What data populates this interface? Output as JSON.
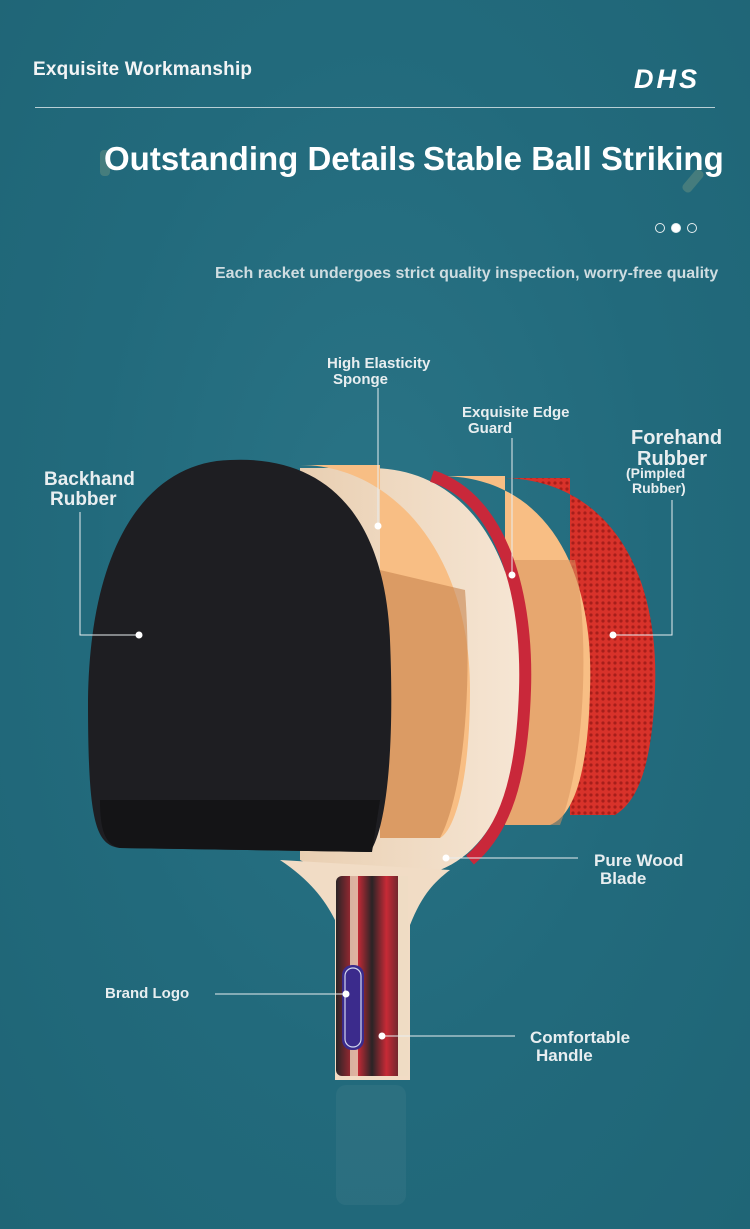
{
  "header": {
    "title": "Exquisite Workmanship",
    "logo_text": "DHS"
  },
  "carousel": {
    "slides": [
      {
        "text": "Outstanding Details"
      },
      {
        "text": "Stable Ball Striking"
      }
    ],
    "indicator": {
      "count": 3,
      "active_index": 1
    }
  },
  "inspection_text": "Each racket undergoes strict quality inspection, worry-free quality",
  "labels": {
    "sponge": {
      "line1": "High Elasticity",
      "line2": "Sponge"
    },
    "edge_guard": {
      "line1": "Exquisite Edge",
      "line2": "Guard"
    },
    "forehand": {
      "line1": "Forehand",
      "line2": "Rubber",
      "line3": "(Pimpled",
      "line4": "Rubber)"
    },
    "backhand": {
      "line1": "Backhand",
      "line2": "Rubber"
    },
    "blade": {
      "line1": "Pure Wood",
      "line2": "Blade"
    },
    "brand_logo": {
      "line1": "Brand Logo"
    },
    "handle": {
      "line1": "Comfortable",
      "line2": "Handle"
    }
  },
  "colors": {
    "background": "#226a7c",
    "backhand_rubber": "#1e1e22",
    "sponge": "#f8be84",
    "wood": "#f1dcc5",
    "forehand_rubber": "#d8322a",
    "edge_tape": "#c9283a"
  }
}
